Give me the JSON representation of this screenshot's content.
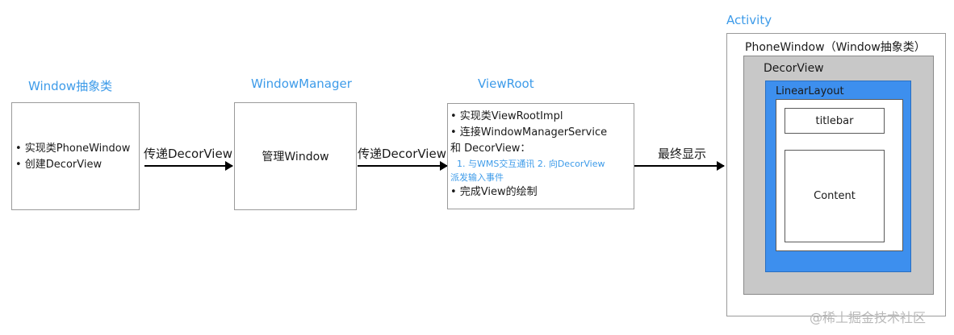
{
  "window_box": {
    "title": "Window抽象类",
    "lines": [
      "• 实现类PhoneWindow",
      "• 创建DecorView"
    ]
  },
  "manager_box": {
    "title": "WindowManager",
    "label": "管理Window"
  },
  "viewroot_box": {
    "title": "ViewRoot",
    "line1": "• 实现类ViewRootImpl",
    "line2": "• 连接WindowManagerService",
    "line3": "和 DecorView：",
    "note1": "1. 与WMS交互通讯  2. 向DecorView",
    "note2": "派发输入事件",
    "line4": "• 完成View的绘制"
  },
  "arrows": {
    "a1": "传递DecorView",
    "a2": "传递DecorView",
    "a3": "最终显示"
  },
  "activity": {
    "title": "Activity",
    "phone_window": "PhoneWindow（Window抽象类）",
    "decor_view": "DecorView",
    "linear_layout": "LinearLayout",
    "titlebar": "titlebar",
    "content": "Content"
  },
  "watermark": "@稀土掘金技术社区",
  "colors": {
    "accent_blue": "#3d9be9",
    "linear_layout_fill": "#3d8fee",
    "decor_fill": "#c8c8c8"
  }
}
